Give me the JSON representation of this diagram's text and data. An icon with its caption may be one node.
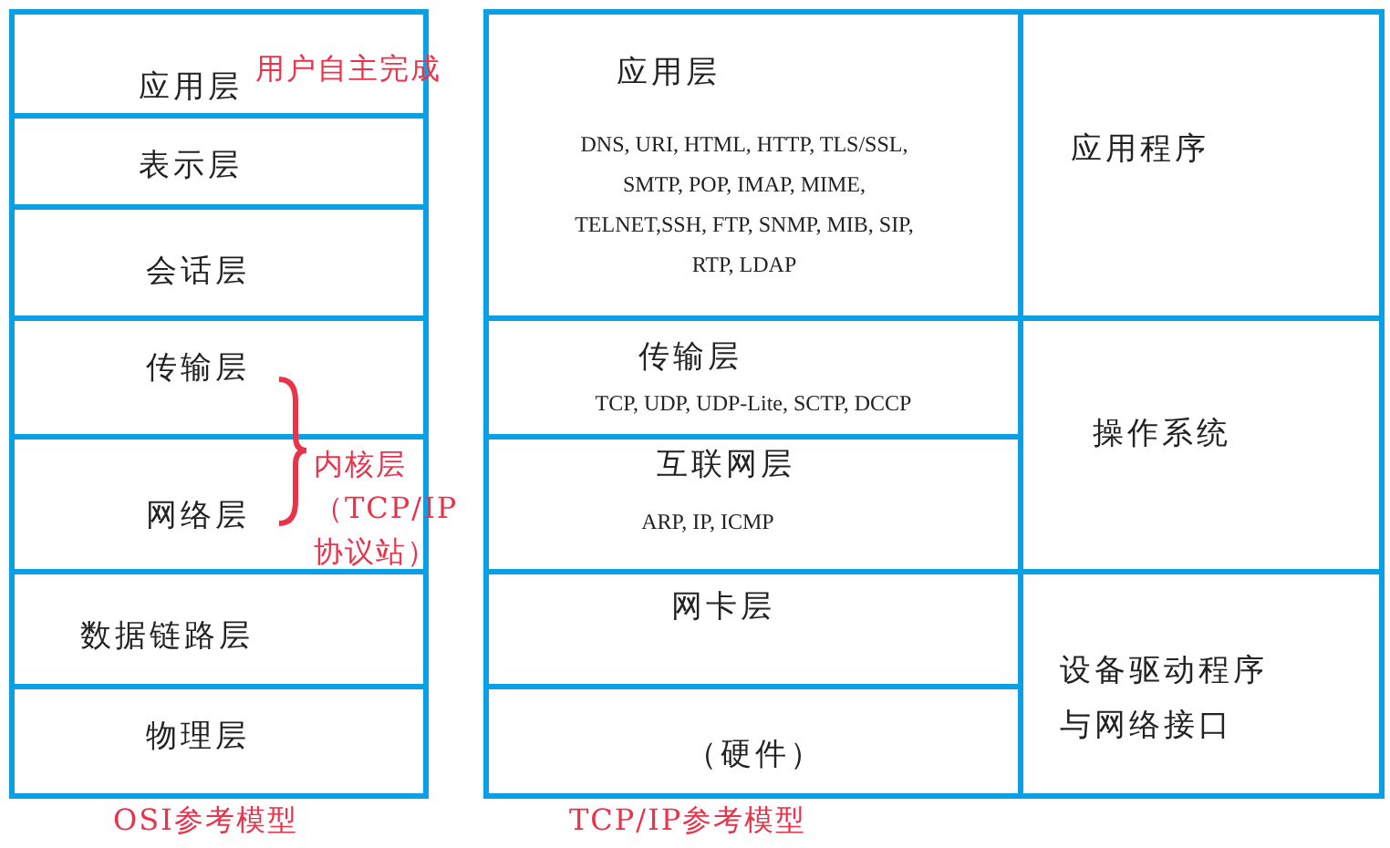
{
  "diagram": {
    "nodes": [
      {
        "text": [
          "应用层"
        ]
      },
      {
        "text": [
          "表示层"
        ]
      },
      {
        "text": [
          "会话层"
        ]
      },
      {
        "text": [
          "传输层"
        ]
      },
      {
        "text": [
          "网络层"
        ]
      },
      {
        "text": [
          "数据链路层"
        ]
      },
      {
        "text": [
          "物理层"
        ]
      },
      {
        "text": [
          "应用层",
          "DNS, URI, HTML, HTTP, TLS/SSL, SMTP, POP, IMAP, MIME, TELNET,SSH, FTP, SNMP, MIB, SIP, RTP, LDAP"
        ]
      },
      {
        "text": [
          "传输层",
          "TCP, UDP, UDP-Lite, SCTP, DCCP"
        ]
      },
      {
        "text": [
          "互联网层",
          "ARP, IP, ICMP"
        ]
      },
      {
        "text": [
          "网卡层"
        ]
      },
      {
        "text": [
          "（硬件）"
        ]
      },
      {
        "text": [
          "应用程序"
        ]
      },
      {
        "text": [
          "操作系统"
        ]
      },
      {
        "text": [
          "设备驱动程序与网络接口"
        ]
      }
    ],
    "edges": [],
    "labels": [
      "用户自主完成",
      "内核层（TCP/IP协议站）",
      "OSI参考模型",
      "TCP/IP参考模型"
    ]
  }
}
